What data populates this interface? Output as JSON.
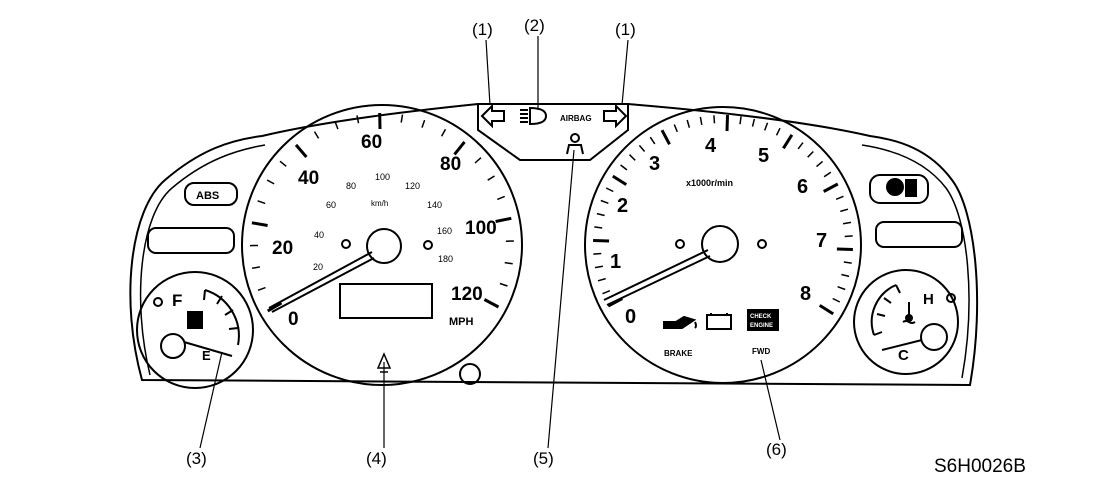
{
  "callouts": {
    "c1_left": "(1)",
    "c2": "(2)",
    "c1_right": "(1)",
    "c3": "(3)",
    "c4": "(4)",
    "c5": "(5)",
    "c6": "(6)"
  },
  "figure_code": "S6H0026B",
  "speedometer": {
    "mph_labels": [
      "0",
      "20",
      "40",
      "60",
      "80",
      "100",
      "120"
    ],
    "kmh_labels": [
      "20",
      "40",
      "60",
      "80",
      "100",
      "120",
      "140",
      "160",
      "180"
    ],
    "unit_kmh": "km/h",
    "unit_mph": "MPH"
  },
  "tachometer": {
    "labels": [
      "0",
      "1",
      "2",
      "3",
      "4",
      "5",
      "6",
      "7",
      "8"
    ],
    "unit": "x1000r/min"
  },
  "fuel_gauge": {
    "full": "F",
    "empty": "E"
  },
  "temp_gauge": {
    "hot": "H",
    "cold": "C"
  },
  "indicators": {
    "abs": "ABS",
    "airbag": "AIRBAG",
    "brake": "BRAKE",
    "fwd": "FWD",
    "check_engine_top": "CHECK",
    "check_engine_bottom": "ENGINE"
  }
}
